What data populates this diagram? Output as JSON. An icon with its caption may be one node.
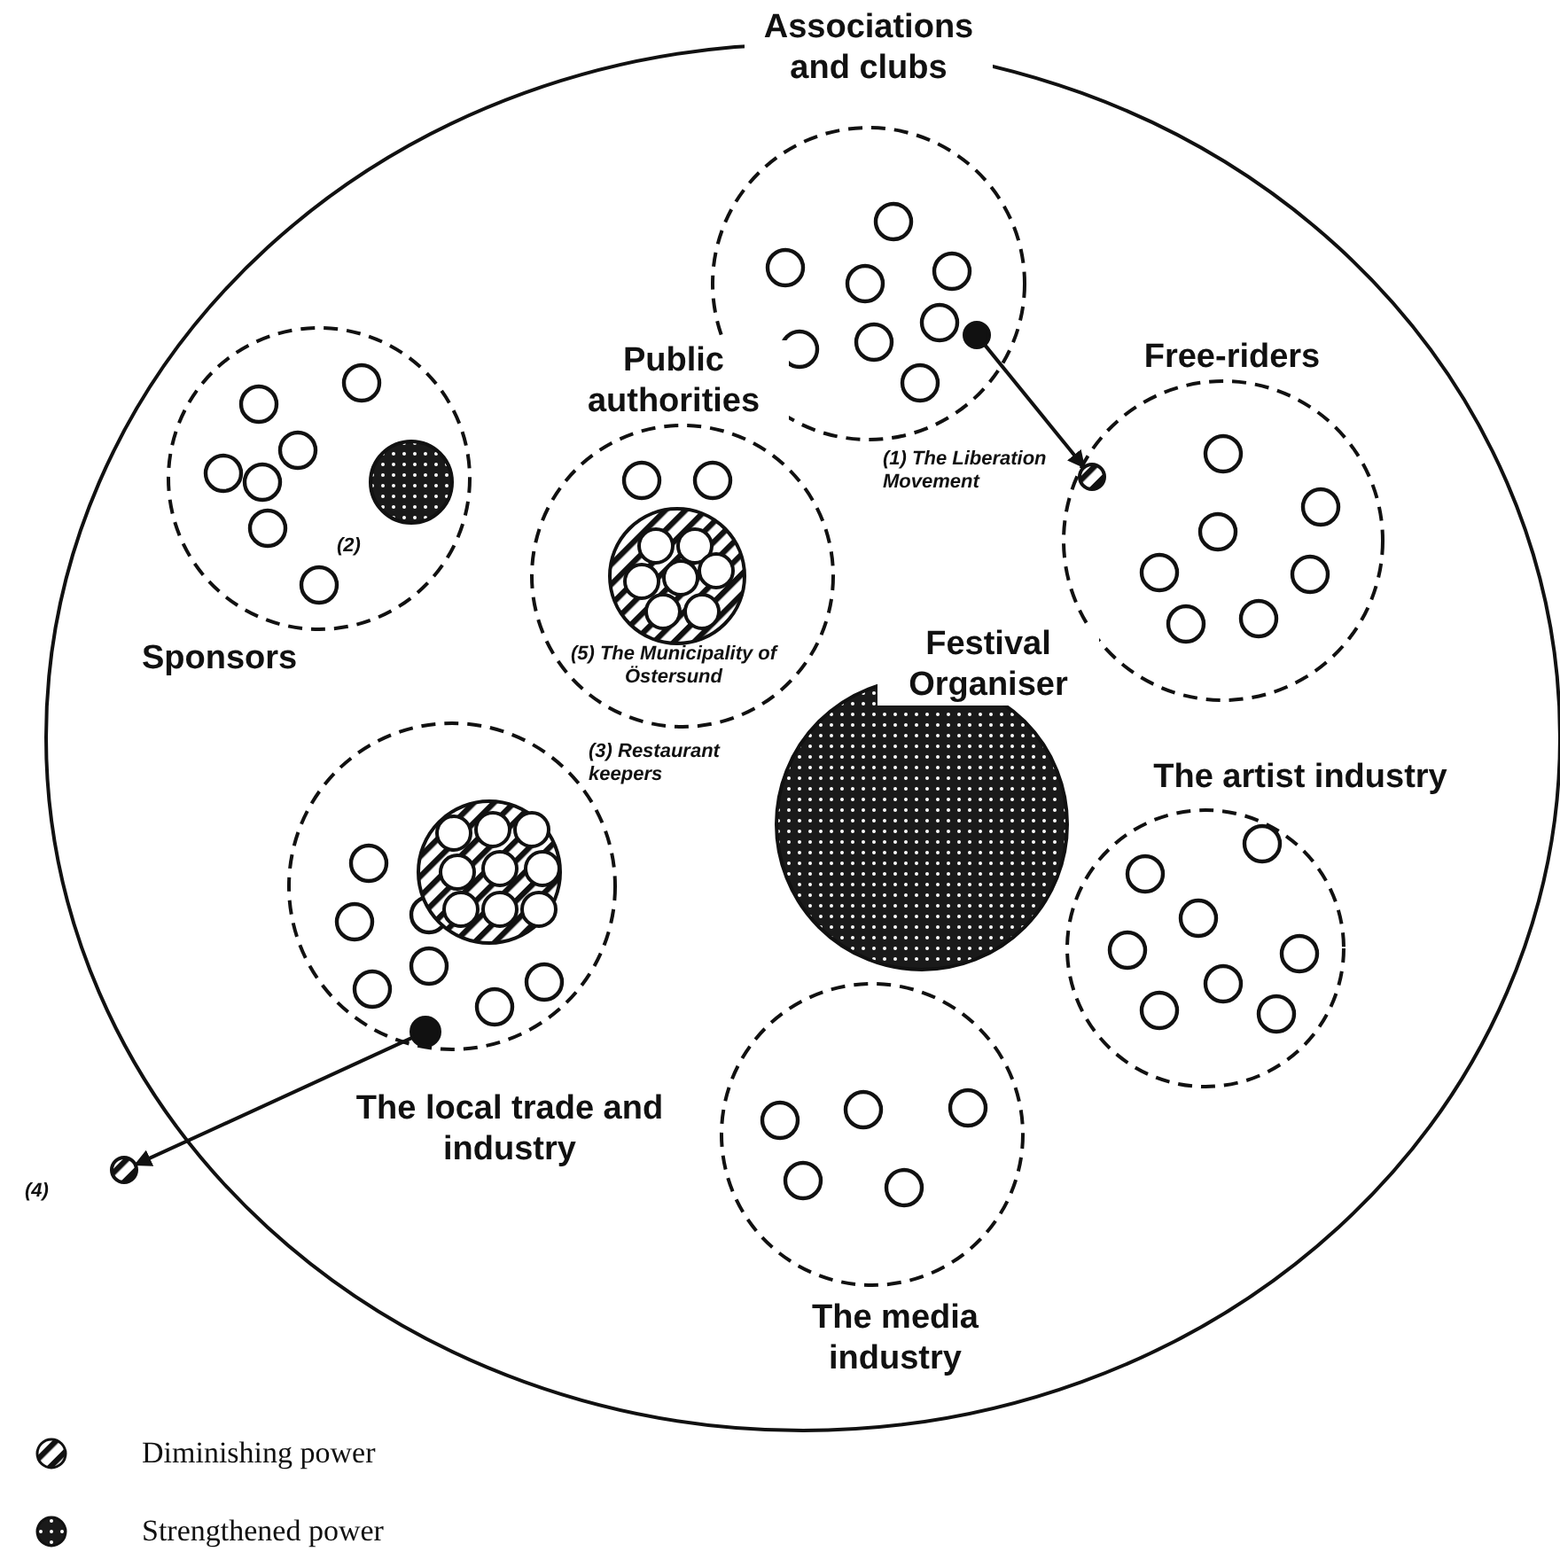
{
  "diagram": {
    "nodes": [
      {
        "text": [],
        "shape": "circle"
      },
      {
        "text": [
          "Associations and clubs"
        ],
        "in": 0
      },
      {
        "text": [],
        "shape": "circle",
        "in": 1
      },
      {
        "text": [
          "Free-riders"
        ],
        "in": 0
      },
      {
        "text": [],
        "shape": "circle",
        "in": 3,
        "beside": [
          "(1) The Liberation Movement"
        ]
      },
      {
        "text": [
          "Sponsors"
        ],
        "in": 0
      },
      {
        "text": [],
        "shape": "circle",
        "in": 5,
        "beside": [
          "(2)"
        ]
      },
      {
        "text": [
          "Public authorities"
        ],
        "in": 0
      },
      {
        "text": [],
        "shape": "circle",
        "in": 7,
        "beside": [
          "(5) The Municipality of Östersund"
        ]
      },
      {
        "text": [
          "Festival Organiser"
        ],
        "in": 0
      },
      {
        "text": [
          "The artist industry"
        ],
        "in": 0
      },
      {
        "text": [
          "The media industry"
        ],
        "in": 0
      },
      {
        "text": [
          "The local trade and industry"
        ],
        "in": 0
      },
      {
        "text": [],
        "shape": "circle",
        "in": 12,
        "beside": [
          "(3) Restaurant keepers"
        ]
      },
      {
        "text": [],
        "shape": "circle",
        "in": 12
      },
      {
        "text": [],
        "shape": "circle",
        "in": 0,
        "beside": [
          "(4)"
        ]
      }
    ],
    "edges": [
      {
        "from": 2,
        "to": 4,
        "arrow": "to"
      },
      {
        "from": 14,
        "to": 15,
        "arrow": "to"
      }
    ],
    "legend": [
      {
        "text": "Diminishing power"
      },
      {
        "text": "Strengthened power"
      }
    ]
  }
}
